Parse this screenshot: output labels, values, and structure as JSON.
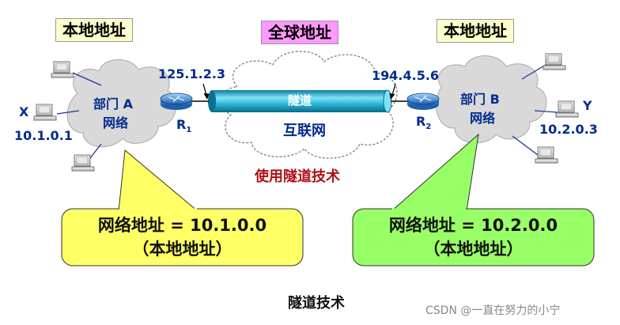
{
  "zones": {
    "left": "本地地址",
    "center": "全球地址",
    "right": "本地地址"
  },
  "colors": {
    "zone_local": "#ffffcc",
    "zone_global": "#ff99ff",
    "label_blue": "#002b8f",
    "tunnel": "#33bcd8",
    "callout_left": "#ffff66",
    "callout_right": "#99ff66",
    "caption_red": "#b01010",
    "cloud": "#d9d9d9"
  },
  "left": {
    "cloud_label_line1": "部门 A",
    "cloud_label_line2": "网络",
    "host_name": "X",
    "host_ip": "10.1.0.1",
    "router_ip": "125.1.2.3",
    "router_name": "R",
    "router_sub": "1",
    "callout_line1": "网络地址 = 10.1.0.0",
    "callout_line2": "（本地地址）"
  },
  "right": {
    "cloud_label_line1": "部门 B",
    "cloud_label_line2": "网络",
    "host_name": "Y",
    "host_ip": "10.2.0.3",
    "router_ip": "194.4.5.6",
    "router_name": "R",
    "router_sub": "2",
    "callout_line1": "网络地址 = 10.2.0.0",
    "callout_line2": "（本地地址）"
  },
  "center": {
    "tunnel_label": "隧道",
    "internet_label": "互联网",
    "technique_label": "使用隧道技术"
  },
  "caption": "隧道技术",
  "watermark": "CSDN @一直在努力的小宁",
  "icons": [
    "computer-icon",
    "router-icon",
    "cloud-icon",
    "tunnel-pipe"
  ]
}
